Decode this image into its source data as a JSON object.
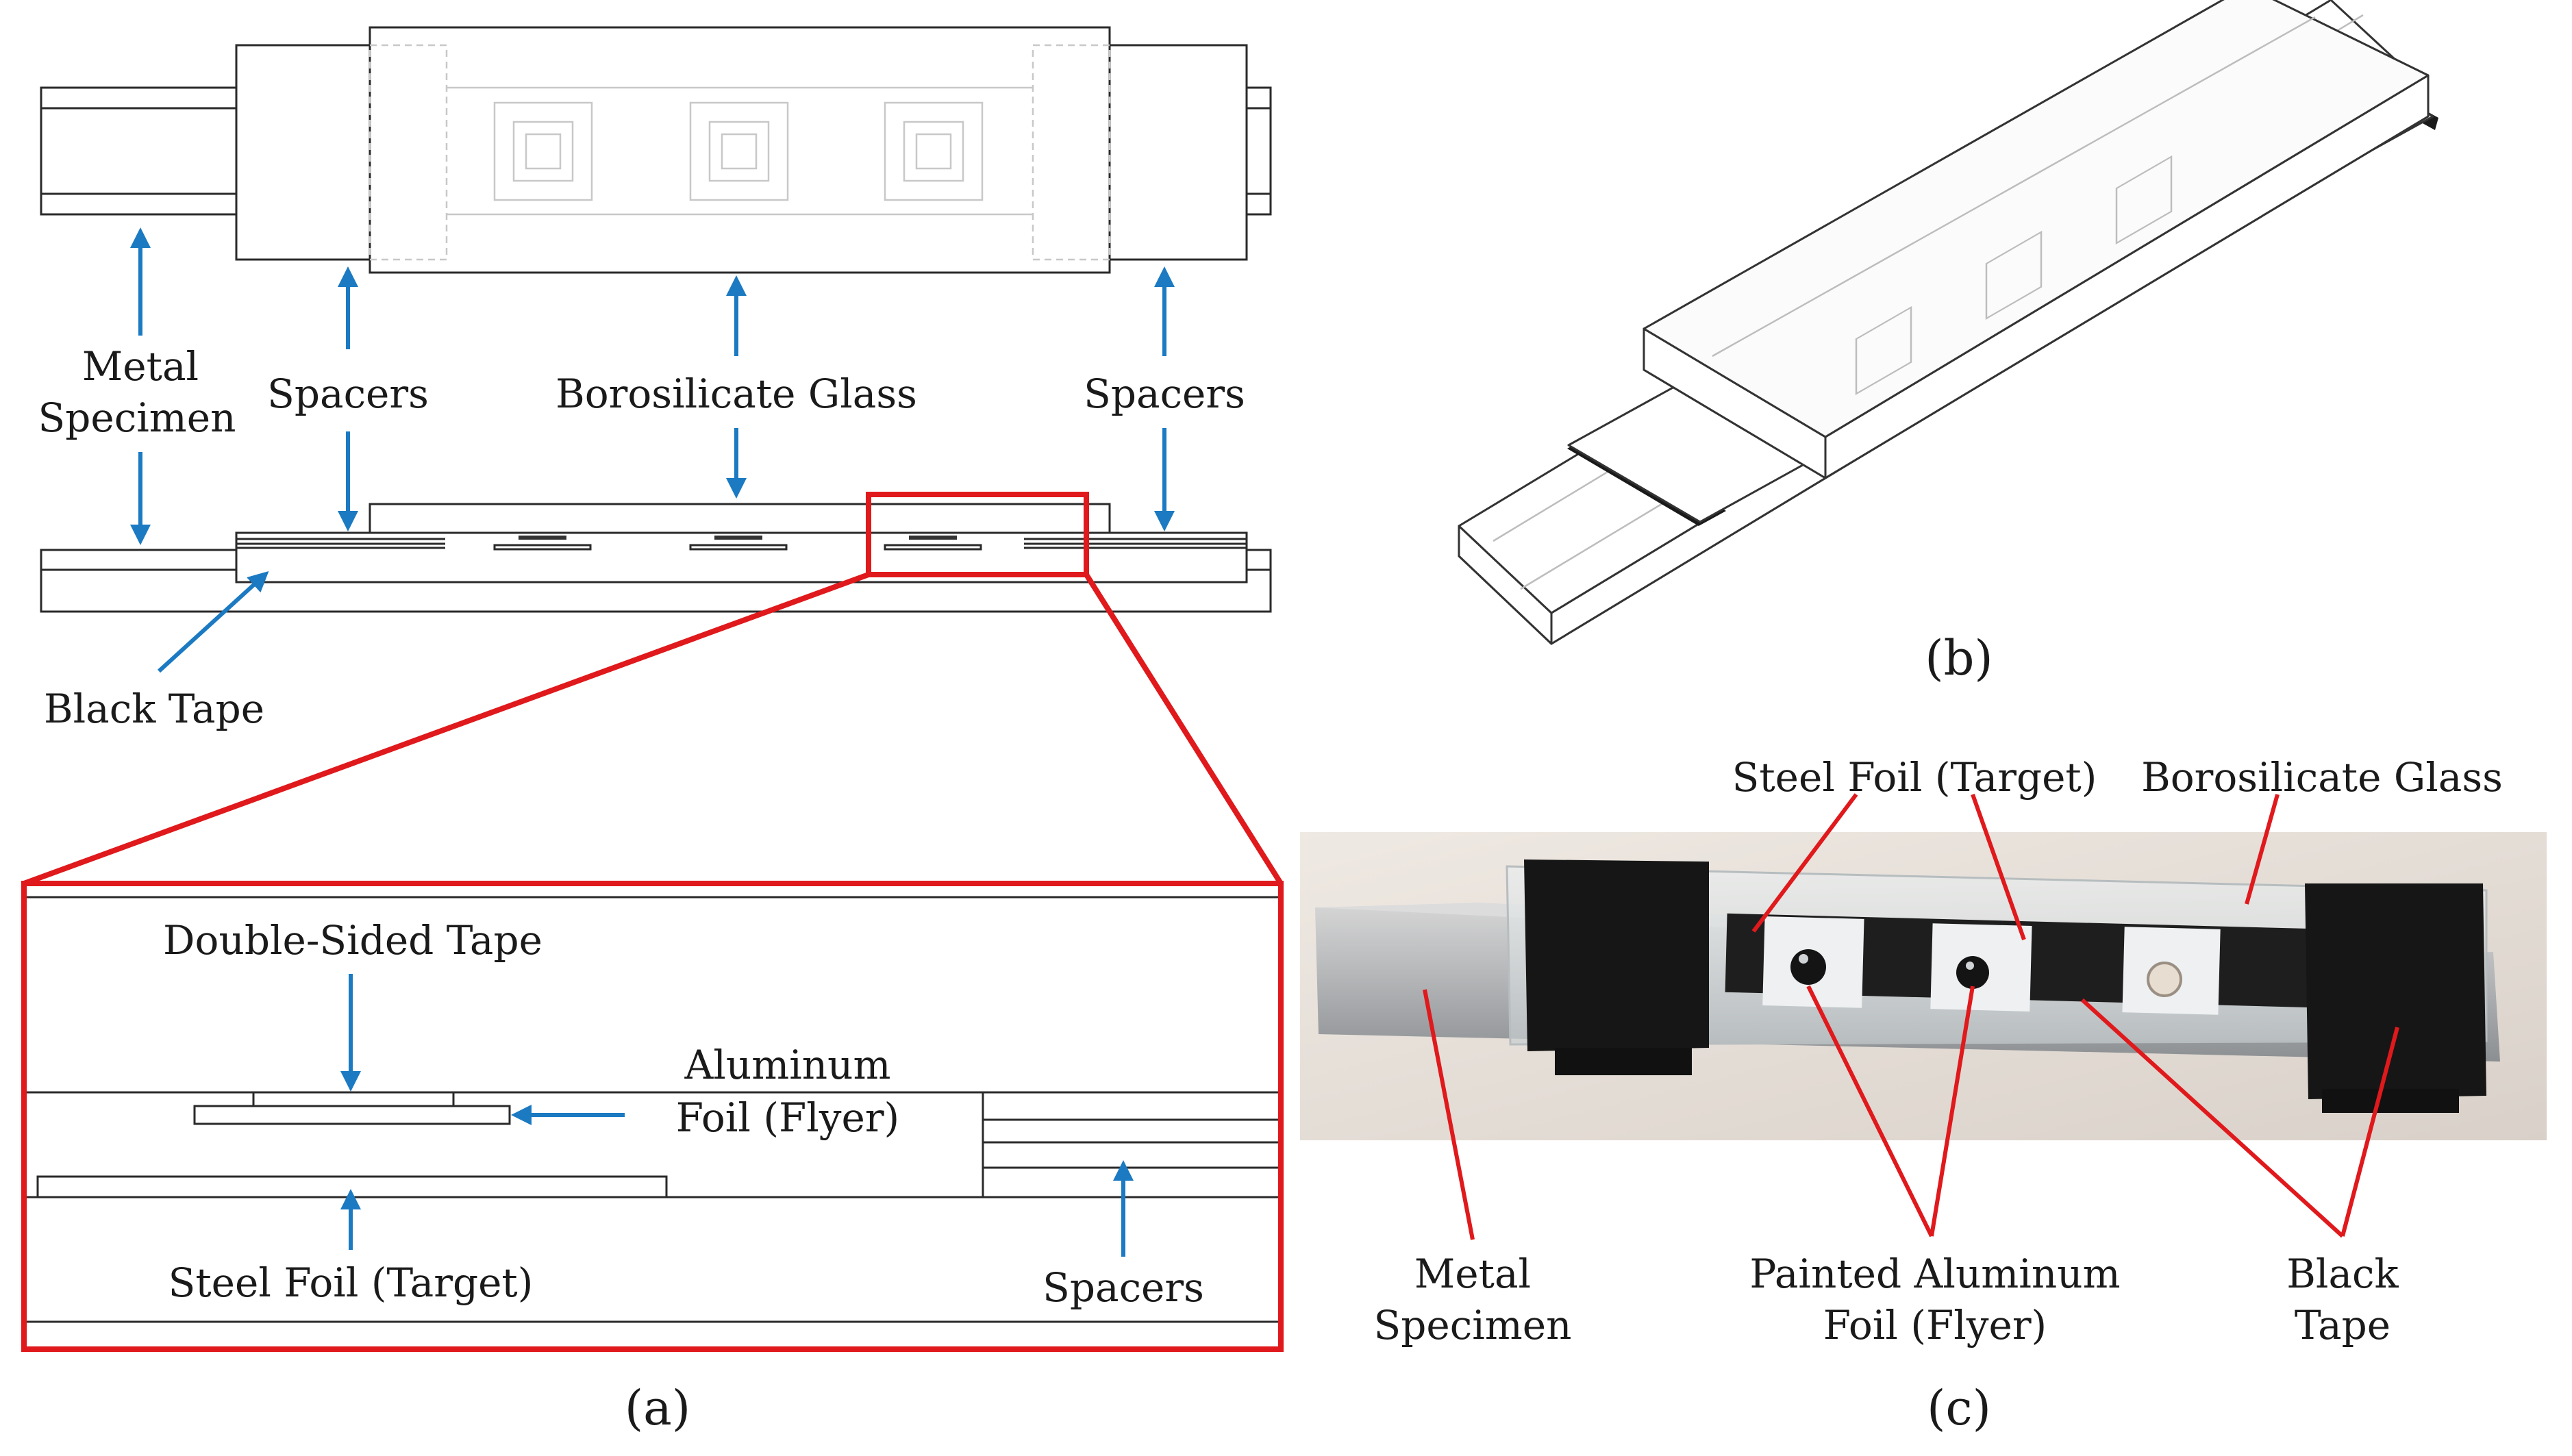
{
  "panels": {
    "a": {
      "caption": "(a)",
      "labels": {
        "metal_specimen_1": "Metal",
        "metal_specimen_2": "Specimen",
        "spacers_left": "Spacers",
        "borosilicate_glass": "Borosilicate Glass",
        "spacers_right": "Spacers",
        "black_tape": "Black Tape"
      },
      "inset_labels": {
        "double_sided_tape": "Double-Sided Tape",
        "aluminum_foil_1": "Aluminum",
        "aluminum_foil_2": "Foil (Flyer)",
        "steel_foil": "Steel Foil (Target)",
        "spacers": "Spacers"
      }
    },
    "b": {
      "caption": "(b)"
    },
    "c": {
      "caption": "(c)",
      "labels": {
        "steel_foil": "Steel Foil (Target)",
        "borosilicate_glass": "Borosilicate Glass",
        "metal_specimen_1": "Metal",
        "metal_specimen_2": "Specimen",
        "painted_foil_1": "Painted Aluminum",
        "painted_foil_2": "Foil (Flyer)",
        "black_tape_1": "Black",
        "black_tape_2": "Tape"
      }
    }
  },
  "colors": {
    "arrow": "#1b7ac2",
    "highlight": "#e0191c"
  }
}
